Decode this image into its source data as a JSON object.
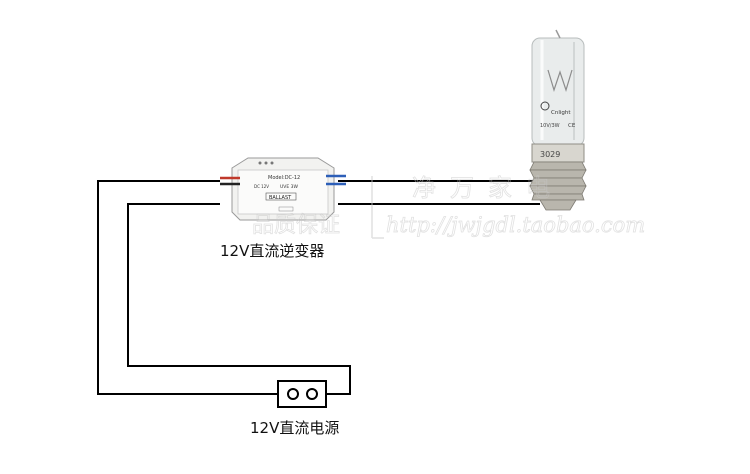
{
  "diagram": {
    "inverter_label": "12V直流逆变器",
    "power_label": "12V直流电源",
    "ballast": {
      "model": "Model:DC-12",
      "rating": "UVE 3W",
      "input": "DC 12V",
      "name": "BALLAST"
    },
    "lamp": {
      "brand": "Cnlight",
      "spec": "10V/3W",
      "mark": "CE",
      "code": "3029"
    },
    "watermark": {
      "left_text": "品质保证",
      "right_text": "http://jwjgdl.taobao.com",
      "top_text": "净万家电"
    }
  },
  "colors": {
    "wire": "#000000",
    "ballast_body": "#f2f2f0",
    "glass": "#e9ecec",
    "thread": "#b9b6ad",
    "watermark": "#c9c9c9"
  }
}
